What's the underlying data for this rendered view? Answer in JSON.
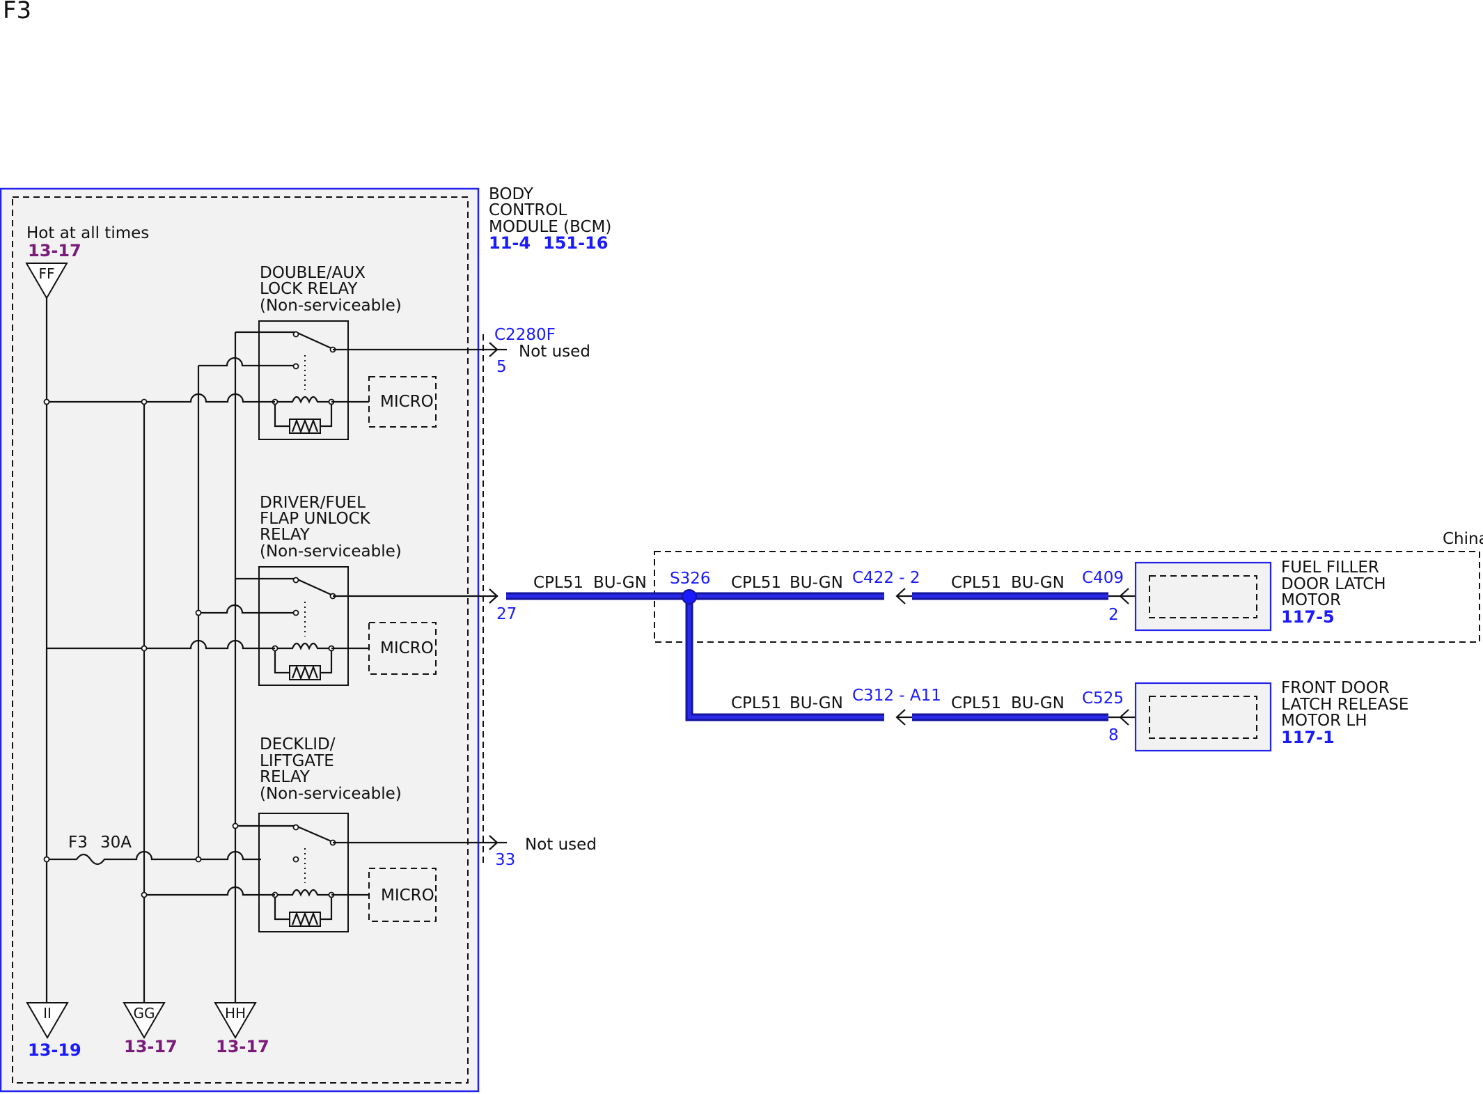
{
  "page_label": "F3",
  "region_label": "China",
  "module": {
    "name_lines": [
      "BODY",
      "CONTROL",
      "MODULE (BCM)"
    ],
    "refs": [
      "11-4",
      "151-16"
    ]
  },
  "power": {
    "hot_label": "Hot at all times",
    "ff": {
      "letter": "FF",
      "ref": "13-17"
    },
    "ii": {
      "letter": "II",
      "ref": "13-19"
    },
    "gg": {
      "letter": "GG",
      "ref": "13-17"
    },
    "hh": {
      "letter": "HH",
      "ref": "13-17"
    },
    "fuse": {
      "name": "F3",
      "rating": "30A"
    }
  },
  "relays": [
    {
      "lines": [
        "DOUBLE/AUX",
        "LOCK RELAY",
        "(Non-serviceable)"
      ],
      "micro": "MICRO"
    },
    {
      "lines": [
        "DRIVER/FUEL",
        "FLAP UNLOCK",
        "RELAY",
        "(Non-serviceable)"
      ],
      "micro": "MICRO"
    },
    {
      "lines": [
        "DECKLID/",
        "LIFTGATE",
        "RELAY",
        "(Non-serviceable)"
      ],
      "micro": "MICRO"
    }
  ],
  "connectors": {
    "c2280f": {
      "name": "C2280F",
      "pin": "5",
      "note": "Not used"
    },
    "pin27": "27",
    "pin33": {
      "pin": "33",
      "note": "Not used"
    },
    "s326": "S326",
    "c422": "C422 - 2",
    "c409": {
      "name": "C409",
      "pin": "2"
    },
    "c312": "C312 - A11",
    "c525": {
      "name": "C525",
      "pin": "8"
    }
  },
  "wires": {
    "w1": {
      "circuit": "CPL51",
      "color": "BU-GN"
    },
    "w2": {
      "circuit": "CPL51",
      "color": "BU-GN"
    },
    "w3": {
      "circuit": "CPL51",
      "color": "BU-GN"
    },
    "w4": {
      "circuit": "CPL51",
      "color": "BU-GN"
    },
    "w5": {
      "circuit": "CPL51",
      "color": "BU-GN"
    }
  },
  "components": {
    "fuel_filler": {
      "lines": [
        "FUEL FILLER",
        "DOOR LATCH",
        "MOTOR"
      ],
      "ref": "117-5"
    },
    "front_door": {
      "lines": [
        "FRONT DOOR",
        "LATCH RELEASE",
        "MOTOR LH"
      ],
      "ref": "117-1"
    }
  },
  "colors": {
    "harness": "#2a2ae8",
    "module_border": "#2222ee",
    "ref_blue": "#1a1aff",
    "ref_purple": "#7a1a7a",
    "panel_fill": "#f2f2f2"
  }
}
